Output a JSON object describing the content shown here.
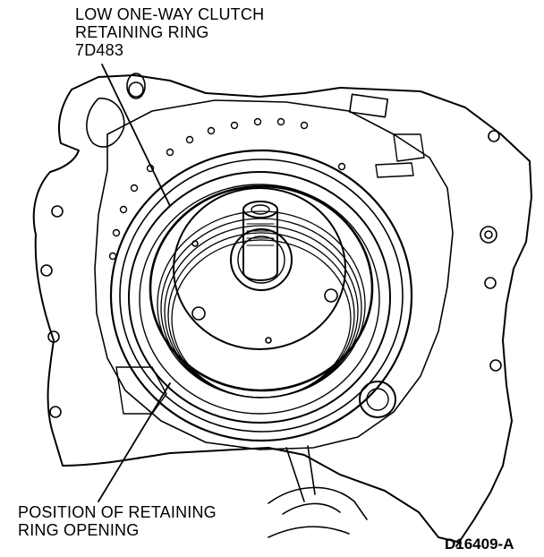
{
  "callouts": {
    "top": {
      "line1": "LOW ONE-WAY CLUTCH",
      "line2": "RETAINING RING",
      "line3": "7D483"
    },
    "bottom": {
      "line1": "POSITION OF RETAINING",
      "line2": "RING OPENING"
    }
  },
  "figure_id": "D16409-A"
}
